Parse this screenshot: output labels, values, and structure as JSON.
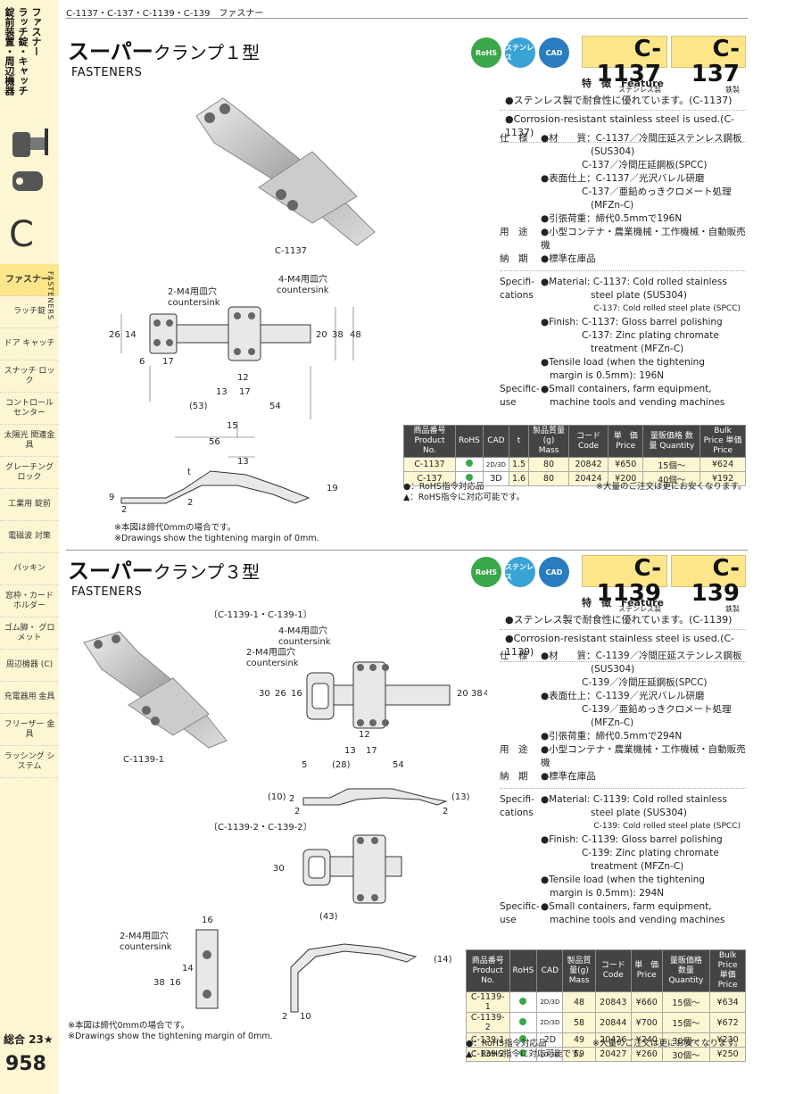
{
  "sidebar": {
    "category_lines": [
      "ファスナー",
      "ラッチ錠・キャッチ",
      "錠前装置・周辺機器"
    ],
    "letter": "C",
    "vertical_label": "FASTENERS",
    "nav": [
      {
        "label": "ファスナー",
        "active": true
      },
      {
        "label": "ラッチ錠"
      },
      {
        "label": "ドア キャッチ"
      },
      {
        "label": "スナッチ ロック"
      },
      {
        "label": "コントロール センター"
      },
      {
        "label": "太陽光 関連金具"
      },
      {
        "label": "グレーチング ロック"
      },
      {
        "label": "工業用 錠前"
      },
      {
        "label": "電磁波 対策"
      },
      {
        "label": "パッキン"
      },
      {
        "label": "窓枠・カード ホルダー"
      },
      {
        "label": "ゴム脚・ グロメット"
      },
      {
        "label": "周辺機器 (C)"
      },
      {
        "label": "充電器用 金具"
      },
      {
        "label": "フリーザー 金具"
      },
      {
        "label": "ラッシング システム"
      }
    ],
    "total": "総合 23★",
    "page_number": "958"
  },
  "breadcrumb": "C-1137・C-137・C-1139・C-139　ファスナー",
  "icons": {
    "rohs": "RoHS",
    "stainless": "ステンレス",
    "cad": "CAD"
  },
  "section1": {
    "title_main": "スーパー",
    "title_rest": "クランプ１型",
    "subtitle": "FASTENERS",
    "models": [
      {
        "code": "C-1137",
        "sub": "ステンレス製"
      },
      {
        "code": "C-137",
        "sub": "鉄製"
      }
    ],
    "photo_label": "C-1137",
    "dim_labels": {
      "m4": "4-M4用皿穴",
      "m4e": "countersink",
      "m2": "2-M4用皿穴",
      "m2e": "countersink"
    },
    "features_heading": "特　徴　Feature",
    "features": [
      "●ステンレス製で耐食性に優れています。(C-1137)",
      "●Corrosion-resistant stainless steel is used.(C-1137)"
    ],
    "spec_jp": [
      {
        "label": "仕　様",
        "lines": [
          "●材　　質：C-1137／冷間圧延ステンレス鋼板",
          "(SUS304)",
          "C-137／冷間圧延鋼板(SPCC)",
          "●表面仕上：C-1137／光沢バレル研磨",
          "C-137／亜鉛めっきクロメート処理",
          "(MFZn-C)",
          "●引張荷重：締代0.5mmで196N"
        ]
      },
      {
        "label": "用　途",
        "lines": [
          "●小型コンテナ・農業機械・工作機械・自動販売機"
        ]
      },
      {
        "label": "納　期",
        "lines": [
          "●標準在庫品"
        ]
      }
    ],
    "spec_en": [
      {
        "label": "Specifi-cations",
        "lines": [
          "●Material: C-1137: Cold rolled stainless",
          "steel plate (SUS304)",
          "C-137: Cold rolled steel plate (SPCC)",
          "●Finish: C-1137: Gloss barrel polishing",
          "C-137: Zinc plating chromate",
          "treatment (MFZn-C)",
          "●Tensile load (when the tightening",
          "margin is 0.5mm): 196N"
        ]
      },
      {
        "label": "Specific-use",
        "lines": [
          "●Small containers, farm equipment,",
          "machine tools and vending machines"
        ]
      }
    ],
    "table": {
      "headers": [
        "商品番号 Product No.",
        "RoHS",
        "CAD",
        "t",
        "製品質量(g) Mass",
        "コード Code",
        "単　価 Price",
        "量販価格 数量 Quantity",
        "Bulk Price 単価 Price"
      ],
      "rows": [
        {
          "no": "C-1137",
          "cad": "2D/3D",
          "t": "1.5",
          "mass": "80",
          "code": "20842",
          "price": "¥650",
          "qty": "15個～",
          "bulk": "¥624"
        },
        {
          "no": "C-137",
          "cad": "3D",
          "t": "1.6",
          "mass": "80",
          "code": "20424",
          "price": "¥200",
          "qty": "40個～",
          "bulk": "¥192"
        }
      ]
    },
    "legend": [
      "●：RoHS指令対応品",
      "▲：RoHS指令に対応可能です。"
    ],
    "bulk_note": "※大量のご注文は更にお安くなります。",
    "drawing_note": [
      "※本図は締代0mmの場合です。",
      "※Drawings show the tightening margin of 0mm."
    ]
  },
  "section2": {
    "title_main": "スーパー",
    "title_rest": "クランプ３型",
    "subtitle": "FASTENERS",
    "models": [
      {
        "code": "C-1139",
        "sub": "ステンレス製"
      },
      {
        "code": "C-139",
        "sub": "鉄製"
      }
    ],
    "photo_label": "C-1139-1",
    "drawing_a": "〔C-1139-1・C-139-1〕",
    "drawing_b": "〔C-1139-2・C-139-2〕",
    "dim_labels": {
      "m4": "4-M4用皿穴",
      "m4e": "countersink",
      "m2": "2-M4用皿穴",
      "m2e": "countersink"
    },
    "features_heading": "特　徴　Feature",
    "features": [
      "●ステンレス製で耐食性に優れています。(C-1139)",
      "●Corrosion-resistant stainless steel is used.(C-1139)"
    ],
    "spec_jp": [
      {
        "label": "仕　様",
        "lines": [
          "●材　　質：C-1139／冷間圧延ステンレス鋼板",
          "(SUS304)",
          "C-139／冷間圧延鋼板(SPCC)",
          "●表面仕上：C-1139／光沢バレル研磨",
          "C-139／亜鉛めっきクロメート処理",
          "(MFZn-C)",
          "●引張荷重：締代0.5mmで294N"
        ]
      },
      {
        "label": "用　途",
        "lines": [
          "●小型コンテナ・農業機械・工作機械・自動販売機"
        ]
      },
      {
        "label": "納　期",
        "lines": [
          "●標準在庫品"
        ]
      }
    ],
    "spec_en": [
      {
        "label": "Specifi-cations",
        "lines": [
          "●Material: C-1139: Cold rolled stainless",
          "steel plate (SUS304)",
          "C-139: Cold rolled steel plate (SPCC)",
          "●Finish: C-1139: Gloss barrel polishing",
          "C-139: Zinc plating chromate",
          "treatment (MFZn-C)",
          "●Tensile load (when the tightening",
          "margin is 0.5mm): 294N"
        ]
      },
      {
        "label": "Specific-use",
        "lines": [
          "●Small containers, farm equipment,",
          "machine tools and vending machines"
        ]
      }
    ],
    "table": {
      "headers": [
        "商品番号 Product No.",
        "RoHS",
        "CAD",
        "製品質量(g) Mass",
        "コード Code",
        "単　価 Price",
        "量販価格 数量 Quantity",
        "Bulk Price 単価 Price"
      ],
      "rows": [
        {
          "no": "C-1139-1",
          "cad": "2D/3D",
          "mass": "48",
          "code": "20843",
          "price": "¥660",
          "qty": "15個～",
          "bulk": "¥634"
        },
        {
          "no": "C-1139-2",
          "cad": "2D/3D",
          "mass": "58",
          "code": "20844",
          "price": "¥700",
          "qty": "15個～",
          "bulk": "¥672"
        },
        {
          "no": "C-139-1",
          "cad": "2D",
          "mass": "49",
          "code": "20426",
          "price": "¥240",
          "qty": "30個～",
          "bulk": "¥230"
        },
        {
          "no": "C-139-2",
          "cad": "2D/3D",
          "mass": "59",
          "code": "20427",
          "price": "¥260",
          "qty": "30個～",
          "bulk": "¥250"
        }
      ]
    },
    "legend": [
      "●：RoHS指令対応品",
      "▲：RoHS指令に対応可能です。"
    ],
    "bulk_note": "※大量のご注文は更にお安くなります。",
    "drawing_note": [
      "※本図は締代0mmの場合です。",
      "※Drawings show the tightening margin of 0mm."
    ]
  }
}
